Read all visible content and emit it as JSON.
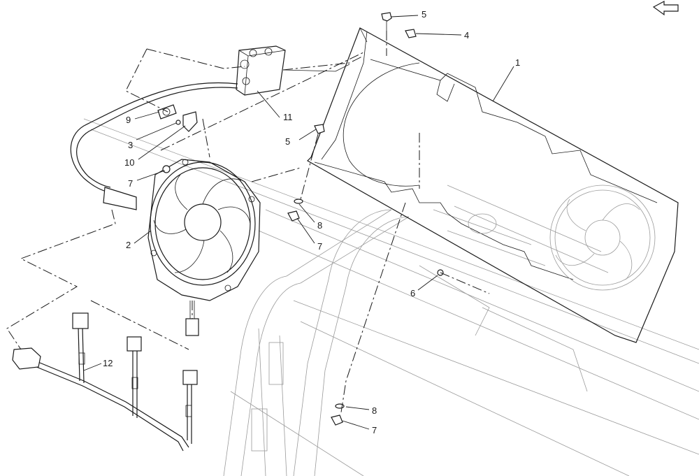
{
  "callouts": [
    {
      "id": "c1",
      "label": "1"
    },
    {
      "id": "c2",
      "label": "2"
    },
    {
      "id": "c3",
      "label": "3"
    },
    {
      "id": "c4",
      "label": "4"
    },
    {
      "id": "c5a",
      "label": "5"
    },
    {
      "id": "c5b",
      "label": "5"
    },
    {
      "id": "c6",
      "label": "6"
    },
    {
      "id": "c7a",
      "label": "7"
    },
    {
      "id": "c7b",
      "label": "7"
    },
    {
      "id": "c7c",
      "label": "7"
    },
    {
      "id": "c8a",
      "label": "8"
    },
    {
      "id": "c8b",
      "label": "8"
    },
    {
      "id": "c9",
      "label": "9"
    },
    {
      "id": "c10",
      "label": "10"
    },
    {
      "id": "c11",
      "label": "11"
    },
    {
      "id": "c12",
      "label": "12"
    }
  ],
  "icons": {
    "orientation": "direction-arrow-icon"
  }
}
